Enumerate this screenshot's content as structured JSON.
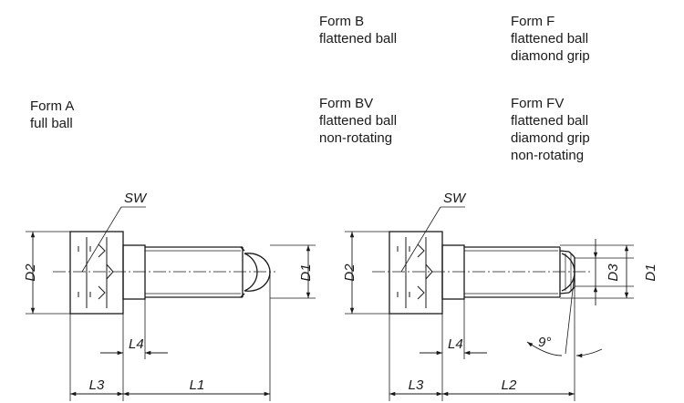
{
  "forms": {
    "a": {
      "line1": "Form A",
      "line2": "full ball"
    },
    "b": {
      "line1": "Form B",
      "line2": "flattened ball"
    },
    "bv": {
      "line1": "Form BV",
      "line2": "flattened ball",
      "line3": "non-rotating"
    },
    "f": {
      "line1": "Form F",
      "line2": "flattened ball",
      "line3": "diamond grip"
    },
    "fv": {
      "line1": "Form FV",
      "line2": "flattened ball",
      "line3": "diamond grip",
      "line4": "non-rotating"
    }
  },
  "left_drawing": {
    "sw": "SW",
    "d2": "D2",
    "d1": "D1",
    "l4": "L4",
    "l3": "L3",
    "l1": "L1"
  },
  "right_drawing": {
    "sw": "SW",
    "d2": "D2",
    "d3": "D3",
    "d1": "D1",
    "l4": "L4",
    "l3": "L3",
    "l2": "L2",
    "angle": "9°"
  }
}
